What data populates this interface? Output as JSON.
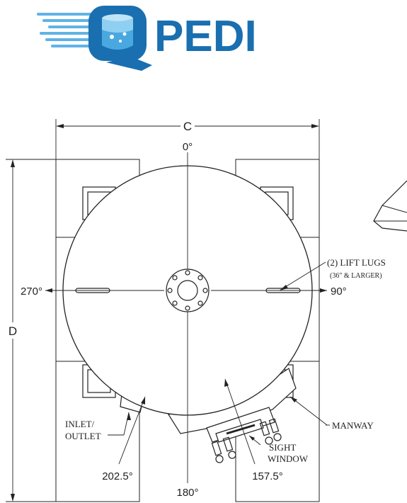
{
  "logo": {
    "text": "PEDI",
    "brand_color": "#1a6fb0",
    "accent_color": "#5fb3e6"
  },
  "drawing": {
    "dimension_c": "C",
    "dimension_d": "D",
    "angles": {
      "a0": "0°",
      "a90": "90°",
      "a180": "180°",
      "a270": "270°",
      "a157": "157.5°",
      "a202": "202.5°"
    },
    "callouts": {
      "lift_lugs": "(2) LIFT LUGS",
      "lift_lugs_note": "(36\" & LARGER)",
      "inlet_line1": "INLET/",
      "inlet_line2": "OUTLET",
      "sight_line1": "SIGHT",
      "sight_line2": "WINDOW",
      "manway": "MANWAY"
    },
    "line_color": "#222222"
  }
}
